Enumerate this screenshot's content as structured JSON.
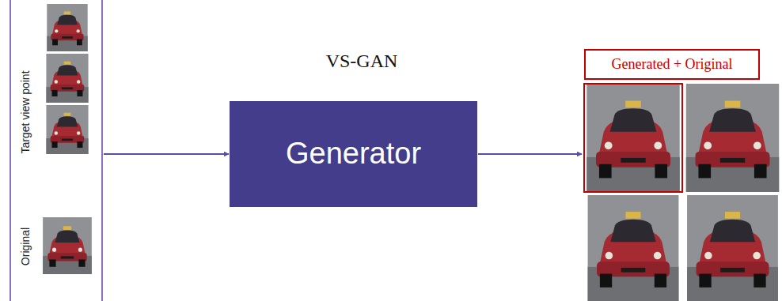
{
  "diagram": {
    "title": "VS-GAN",
    "nodes": [
      {
        "text": [
          "Target view point",
          "Original"
        ]
      },
      {
        "text": [
          "Generator"
        ]
      },
      {
        "text": [
          "Generated + Original"
        ]
      }
    ],
    "edges": [
      {
        "from": 0,
        "to": 1,
        "arrow": "to"
      },
      {
        "from": 1,
        "to": 2,
        "arrow": "to"
      }
    ]
  }
}
